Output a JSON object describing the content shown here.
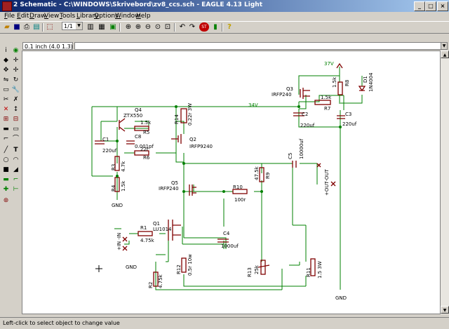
{
  "window": {
    "title": "2 Schematic - C:\\WINDOWS\\Skrivebord\\zv8_ccs.sch - EAGLE 4.13 Light"
  },
  "menu": [
    "File",
    "Edit",
    "Draw",
    "View",
    "Tools",
    "Library",
    "Options",
    "Window",
    "Help"
  ],
  "toolbar": {
    "sheet_value": "1/1"
  },
  "grid_display": "0.1 inch (4.0 1.3)",
  "status": "Left-click to select object to change value",
  "colors": {
    "wire": "#008000",
    "part": "#800000",
    "label": "#000000"
  },
  "schematic": {
    "rail_label": "34V",
    "supply_label": "37V",
    "parts": {
      "q3_name": "Q3",
      "q3_val": "IRFP240",
      "d1_name": "D1",
      "d1_val": "1N4004",
      "r1_top": "1.5k",
      "r8": "R8",
      "r7_val": "1.5k",
      "r7_name": "R7",
      "c2_name": "C2",
      "c2_val": "220uf",
      "c3_name": "C3",
      "c3_val": "220uf",
      "q4_name": "Q4",
      "q4_val": "ZTX550",
      "r5_val": "1.5k",
      "r5_name": "R5",
      "r14_name": "R14",
      "r14_val": "0.22r 3W",
      "c1_name": "C1",
      "c1_val": "220uf",
      "c8_name": "C8",
      "c8_val": "0.001pf",
      "r6_val": "22r",
      "r6_name": "R6",
      "q2_name": "Q2",
      "q2_val": "IRFP9240",
      "r3_name": "R3",
      "r3_val": "4.7k",
      "r4_name": "R4",
      "r4_val": "1.5k",
      "gnd": "GND",
      "c5_name": "C5",
      "c5_val": "10000uf",
      "r9_name": "R9",
      "r9_val": "47.5k",
      "q5_name": "Q5",
      "q5_val": "IRFP240",
      "r10_name": "R10",
      "r10_val": "100r",
      "out_label": "+OUT-OUT",
      "in_label": "+IN -IN",
      "r1_name": "R1",
      "r1_val": "4.75k",
      "q1_name": "Q1",
      "q1_val": "LU1014",
      "c4_name": "C4",
      "c4_val": "1000uf",
      "r12_name": "R12",
      "r12_val": "0.5r 10w",
      "r2_name": "R2",
      "r2_val": "4.75k",
      "r13_name": "R13",
      "r13_val": "25k",
      "r11_name": "R11",
      "r11_val": "1.5 3W"
    }
  }
}
